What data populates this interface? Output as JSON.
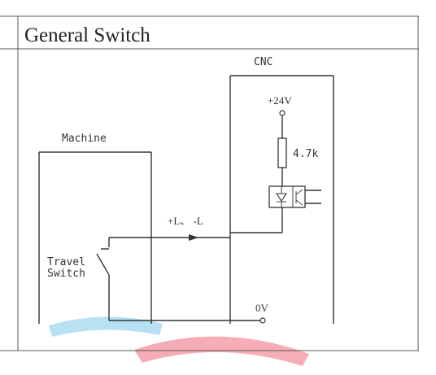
{
  "title": "General Switch",
  "labels": {
    "cnc": "CNC",
    "supply": "+24V",
    "resistor": "4.7k",
    "machine": "Machine",
    "signal": "+L、 -L",
    "switch_line1": "Travel",
    "switch_line2": "Switch",
    "ground": "0V"
  },
  "colors": {
    "line": "#333333",
    "frame": "#555555",
    "watermark_blue": "#7ec8ea",
    "watermark_red": "#f06a78"
  }
}
